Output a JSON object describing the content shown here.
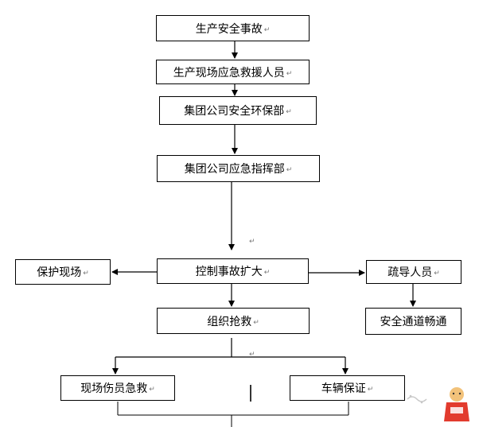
{
  "nodes": {
    "accident": "生产安全事故",
    "rescue_staff": "生产现场应急救援人员",
    "env_dept": "集团公司安全环保部",
    "command_dept": "集团公司应急指挥部",
    "control": "控制事故扩大",
    "protect": "保护现场",
    "evacuate": "疏导人员",
    "channel": "安全通道畅通",
    "organize": "组织抢救",
    "first_aid": "现场伤员急救",
    "vehicle": "车辆保证"
  },
  "return_mark": "↵"
}
